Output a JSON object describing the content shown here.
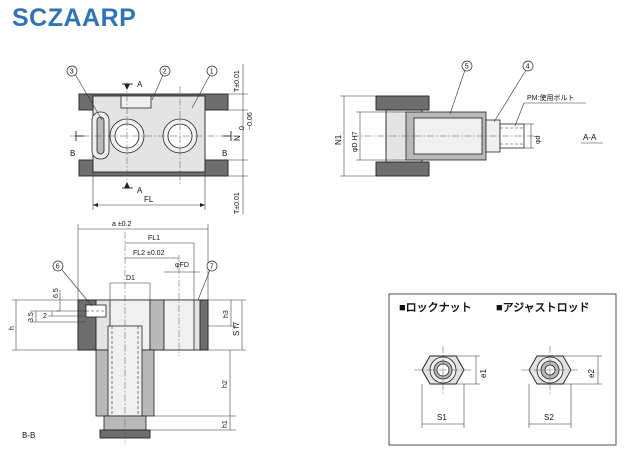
{
  "title": "SCZAARP",
  "balloons": {
    "b1": "1",
    "b2": "2",
    "b3": "3",
    "b4": "4",
    "b5": "5",
    "b6": "6",
    "b7": "7"
  },
  "section_marks": {
    "a": "A",
    "b": "B"
  },
  "view_labels": {
    "aa": "A-A",
    "bb": "B-B"
  },
  "callouts": {
    "pm": "PM:使用ボルト"
  },
  "dims_top": {
    "t_top": "T±0.01",
    "t_bot": "T±0.01",
    "n": "N",
    "n_tol_upper": "0",
    "n_tol_lower": "−0.06",
    "fl": "FL"
  },
  "dims_aa": {
    "n1": "N1",
    "phi_d_h7": "φD H7",
    "phi_d": "φd"
  },
  "dims_bb": {
    "a": "a ±0.2",
    "fl1": "FL1",
    "fl2": "FL2 ±0.02",
    "phi_fd": "φFD",
    "d1": "D1",
    "d65": "6.5",
    "d35": "3.5",
    "d2": "2",
    "h": "h",
    "h3": "h3",
    "s_f7": "S f7",
    "h2": "h2",
    "h1": "h1"
  },
  "legend": {
    "title_nut": "■ロックナット",
    "title_rod": "■アジャストロッド",
    "s1": "S1",
    "e1": "e1",
    "s2": "S2",
    "e2": "e2"
  }
}
